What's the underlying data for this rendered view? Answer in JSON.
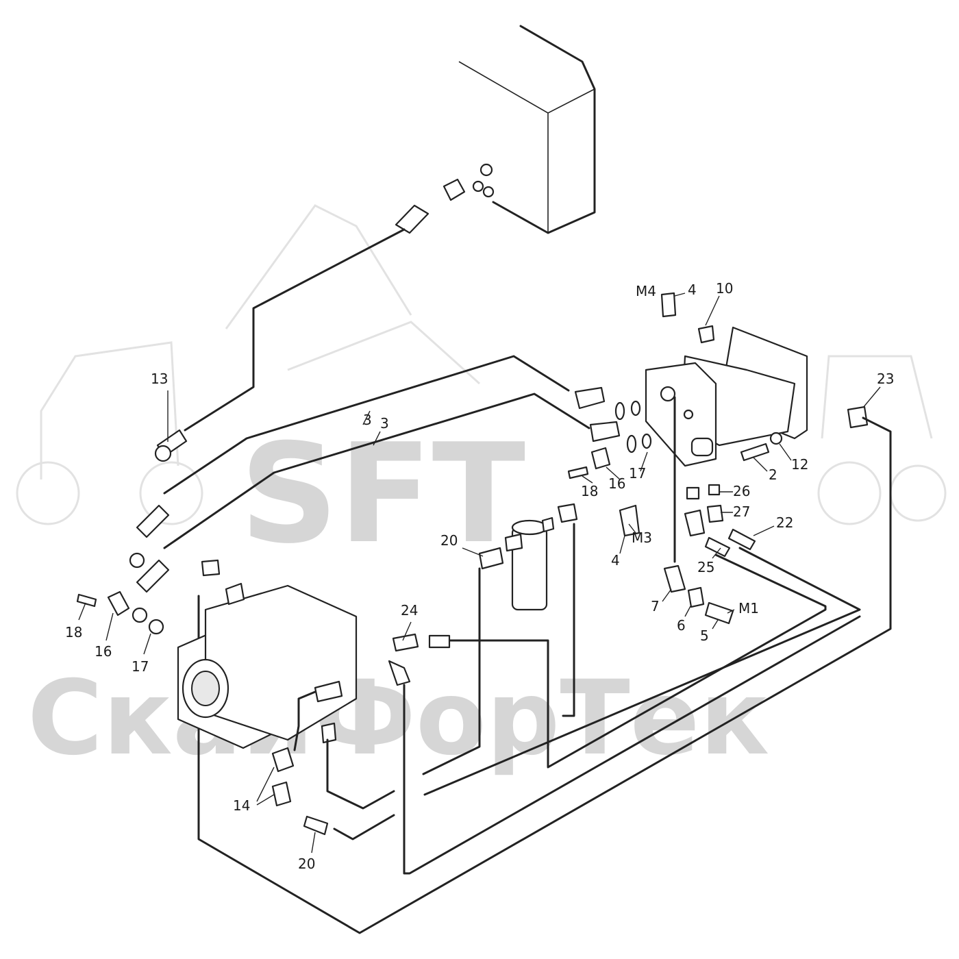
{
  "watermark": {
    "brand": "SFT",
    "company": "СкайФорТек"
  },
  "labels": [
    {
      "id": "13",
      "text": "13"
    },
    {
      "id": "3a",
      "text": "3"
    },
    {
      "id": "3b",
      "text": "3"
    },
    {
      "id": "M4",
      "text": "M4"
    },
    {
      "id": "4a",
      "text": "4"
    },
    {
      "id": "10",
      "text": "10"
    },
    {
      "id": "23",
      "text": "23"
    },
    {
      "id": "12",
      "text": "12"
    },
    {
      "id": "2",
      "text": "2"
    },
    {
      "id": "26",
      "text": "26"
    },
    {
      "id": "27",
      "text": "27"
    },
    {
      "id": "22",
      "text": "22"
    },
    {
      "id": "25",
      "text": "25"
    },
    {
      "id": "18a",
      "text": "18"
    },
    {
      "id": "16a",
      "text": "16"
    },
    {
      "id": "17a",
      "text": "17"
    },
    {
      "id": "M3",
      "text": "M3"
    },
    {
      "id": "4b",
      "text": "4"
    },
    {
      "id": "7",
      "text": "7"
    },
    {
      "id": "6",
      "text": "6"
    },
    {
      "id": "M1",
      "text": "M1"
    },
    {
      "id": "5",
      "text": "5"
    },
    {
      "id": "20a",
      "text": "20"
    },
    {
      "id": "24",
      "text": "24"
    },
    {
      "id": "18b",
      "text": "18"
    },
    {
      "id": "16b",
      "text": "16"
    },
    {
      "id": "17b",
      "text": "17"
    },
    {
      "id": "14",
      "text": "14"
    },
    {
      "id": "20b",
      "text": "20"
    }
  ]
}
